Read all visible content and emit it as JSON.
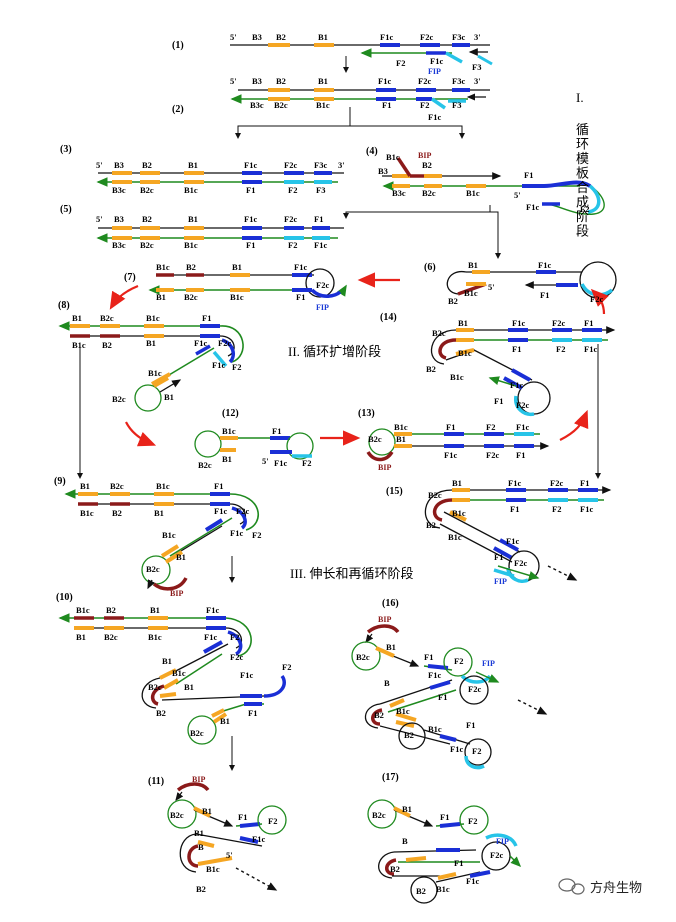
{
  "steps": [
    "(1)",
    "(2)",
    "(3)",
    "(4)",
    "(5)",
    "(6)",
    "(7)",
    "(8)",
    "(9)",
    "(10)",
    "(11)",
    "(12)",
    "(13)",
    "(14)",
    "(15)",
    "(16)",
    "(17)"
  ],
  "stages": {
    "stage1_num": "I.",
    "stage1_chars": [
      "循",
      "环",
      "模",
      "板",
      "合",
      "成",
      "阶",
      "段"
    ],
    "stage2": "II. 循环扩增阶段",
    "stage3": "III. 伸长和再循环阶段"
  },
  "ends": {
    "five": "5'",
    "three": "3'"
  },
  "regions": {
    "b3": "B3",
    "b2": "B2",
    "b1": "B1",
    "f1c": "F1c",
    "f2c": "F2c",
    "f3c": "F3c",
    "b3c": "B3c",
    "b2c": "B2c",
    "b1c": "B1c",
    "f1": "F1",
    "f2": "F2",
    "f3": "F3",
    "b": "B"
  },
  "primers": {
    "fip": "FIP",
    "bip": "BIP"
  },
  "watermark": "方舟生物",
  "colors": {
    "orange": "#f5a623",
    "darkred": "#8b1a1a",
    "blue": "#1a2fd6",
    "cyan": "#27c4e8",
    "green": "#1f8a1f",
    "black": "#111111",
    "red": "#e8231a",
    "primer_blue": "#1a3ad6",
    "primer_red": "#8b1a1a"
  }
}
